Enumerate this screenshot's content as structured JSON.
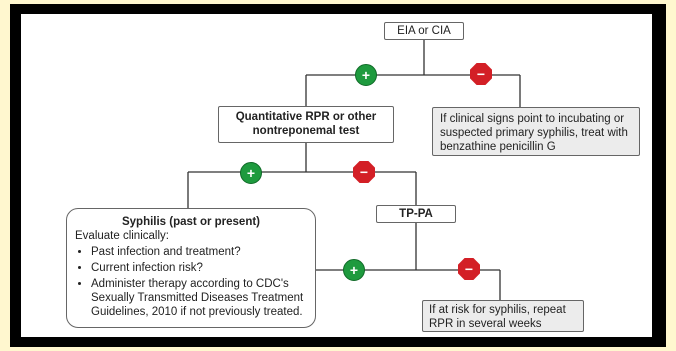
{
  "nodes": {
    "eia": "EIA or CIA",
    "rpr_line1": "Quantitative RPR or other",
    "rpr_line2": "nontreponemal test",
    "neg_eia_line1": "If clinical signs point to incubating or",
    "neg_eia_line2": "suspected primary syphilis, treat with",
    "neg_eia_line3": "benzathine penicillin G",
    "tppa": "TP-PA",
    "syph_title": "Syphilis (past or present)",
    "syph_eval": "Evaluate clinically:",
    "syph_items": [
      "Past infection and treatment?",
      "Current infection risk?",
      "Administer therapy according to CDC's Sexually Transmitted Diseases Treatment Guidelines, 2010 if not previously treated."
    ],
    "neg_tppa_line1": "If at risk for syphilis, repeat",
    "neg_tppa_line2": "RPR in several weeks"
  },
  "markers": {
    "positive_symbol": "+",
    "negative_symbol": "−",
    "positive_color": "#1e9a3e",
    "negative_color": "#d31f26"
  }
}
